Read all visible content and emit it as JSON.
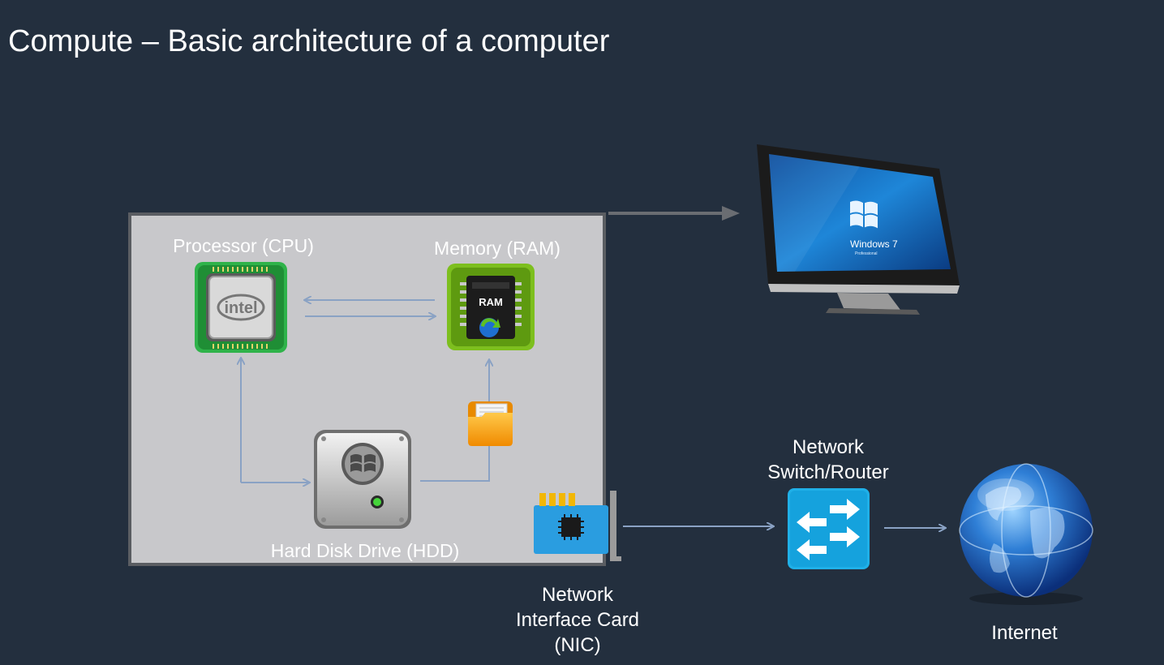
{
  "slide": {
    "title": "Compute – Basic architecture of a computer"
  },
  "components": {
    "cpu": {
      "label": "Processor (CPU)",
      "chip_text": "intel"
    },
    "ram": {
      "label": "Memory (RAM)",
      "chip_text": "RAM"
    },
    "hdd": {
      "label": "Hard Disk Drive (HDD)"
    },
    "nic": {
      "label_line1": "Network",
      "label_line2": "Interface Card",
      "label_line3": "(NIC)"
    },
    "switch": {
      "label_line1": "Network",
      "label_line2": "Switch/Router"
    },
    "internet": {
      "label": "Internet"
    },
    "monitor": {
      "os_text": "Windows 7",
      "os_edition": "Professional"
    }
  },
  "colors": {
    "background": "#232f3e",
    "box_fill": "#c8c8cb",
    "box_border": "#5a5d62",
    "arrow": "#8aa2c4",
    "switch": "#1fb0e8",
    "cpu_green": "#2fb34a",
    "ram_green": "#7dbf1e"
  }
}
